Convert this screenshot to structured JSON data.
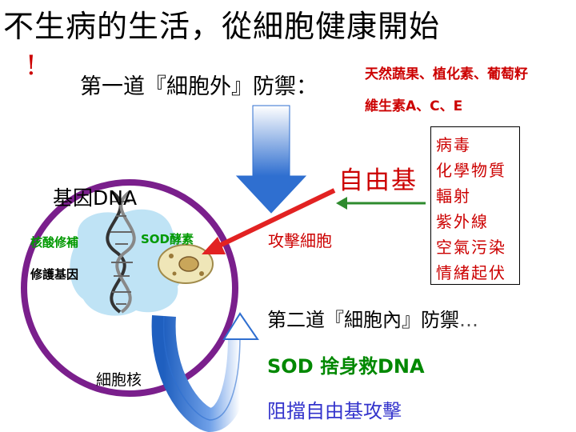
{
  "title": "不生病的生活，從細胞健康開始",
  "title_exclaim": "!",
  "defense_one": "第一道『細胞外』防禦：",
  "nutrients": [
    "天然蔬果、植化素、葡萄籽",
    "維生素A、C、E"
  ],
  "free_radical": "自由基",
  "free_radical_sources": [
    "病毒",
    "化學物質",
    "輻射",
    "紫外線",
    "空氣污染",
    "情緒起伏"
  ],
  "attack_cell": "攻擊細胞",
  "gene_dna": "基因DNA",
  "nucleic_acid_repair": "核酸修補",
  "protect_genes": "修護基因",
  "sod_enzyme": "SOD酵素",
  "cell_nucleus": "細胞核",
  "defense_two": "第二道『細胞內』防禦",
  "defense_two_ellipsis": "…",
  "sod_sacrifice": "SOD 捨身救DNA",
  "block_attack": "阻擋自由基攻擊",
  "colors": {
    "cell_ring": "#7a1f8c",
    "red_text": "#cc0000",
    "blue_arrow": "#2f6fd0",
    "attack_arrow": "#e22222",
    "green_arrow": "#2e8b2e"
  }
}
